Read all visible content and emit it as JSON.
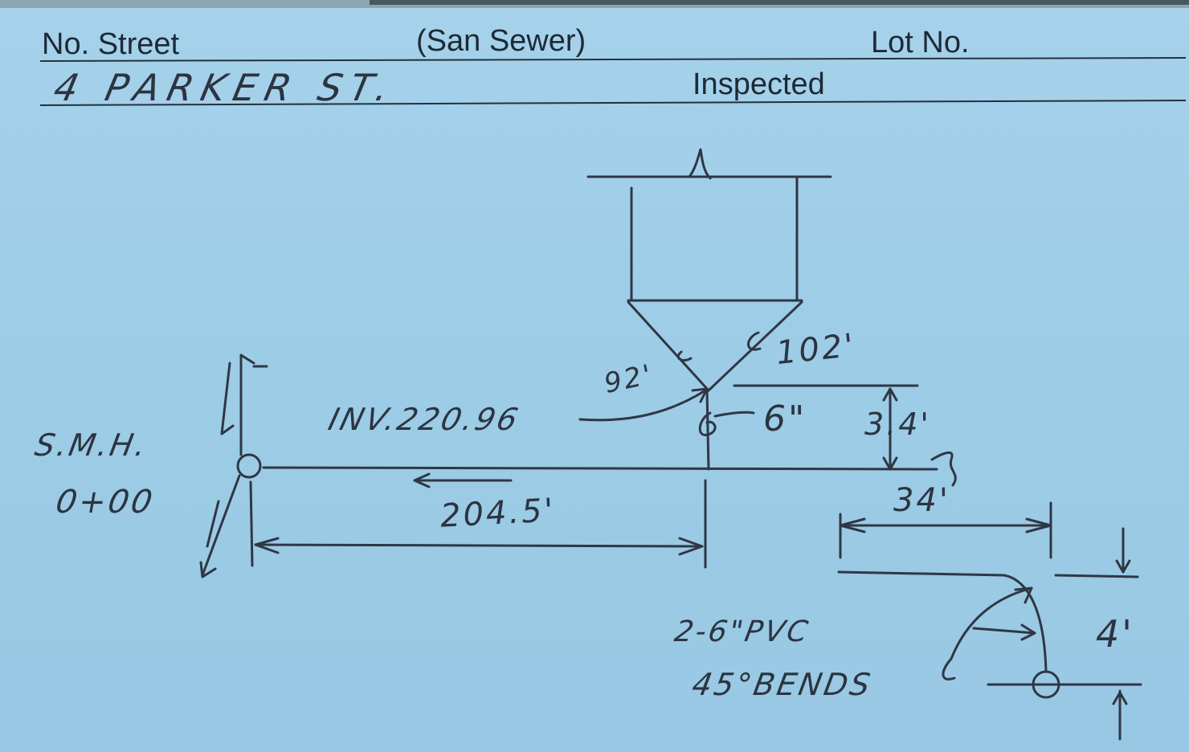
{
  "form": {
    "street_label": "No. Street",
    "sewer_label": "(San Sewer)",
    "lot_label": "Lot No.",
    "inspected_label": "Inspected",
    "street_value": "4 PARKER ST."
  },
  "sketch": {
    "smh_label": "S.M.H.",
    "smh_station": "0+00",
    "invert": "INV.220.96",
    "angle_left": "92'",
    "angle_right": "102'",
    "pipe_size": "6\"",
    "offset": "3.4'",
    "distance_main": "204.5'",
    "distance_lateral": "34'",
    "bend_rise": "4'",
    "bends_line1": "2-6\"PVC",
    "bends_line2": "45°BENDS"
  },
  "colors": {
    "card": "#9ecde7",
    "ink": "#2c3440",
    "print": "#1d2a35"
  }
}
